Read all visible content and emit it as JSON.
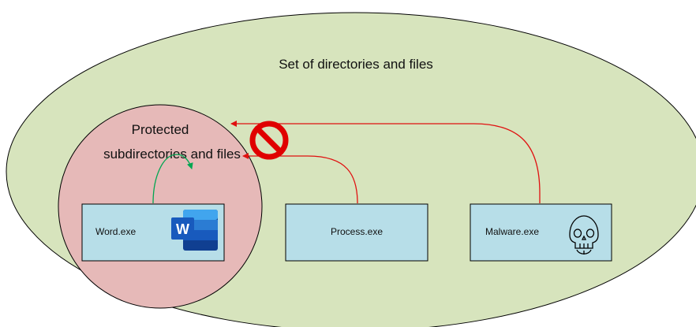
{
  "outer_set": {
    "label": "Set of directories and files",
    "fill": "#d7e4bd",
    "stroke": "#000000"
  },
  "protected_set": {
    "label_line1": "Protected",
    "label_line2": "subdirectories and files",
    "fill": "#e6b9b8",
    "stroke": "#000000"
  },
  "processes": [
    {
      "label": "Word.exe",
      "icon": "word-app-icon",
      "access": "allowed"
    },
    {
      "label": "Process.exe",
      "icon": "",
      "access": "blocked"
    },
    {
      "label": "Malware.exe",
      "icon": "skull-icon",
      "access": "blocked"
    }
  ],
  "colors": {
    "process_box": "#b7dee8",
    "allowed_arrow": "#00a651",
    "blocked_arrow": "#e01010",
    "block_sign": "#e00000",
    "word_blue": "#185abd"
  },
  "block_sign_icon": "no-entry-icon"
}
